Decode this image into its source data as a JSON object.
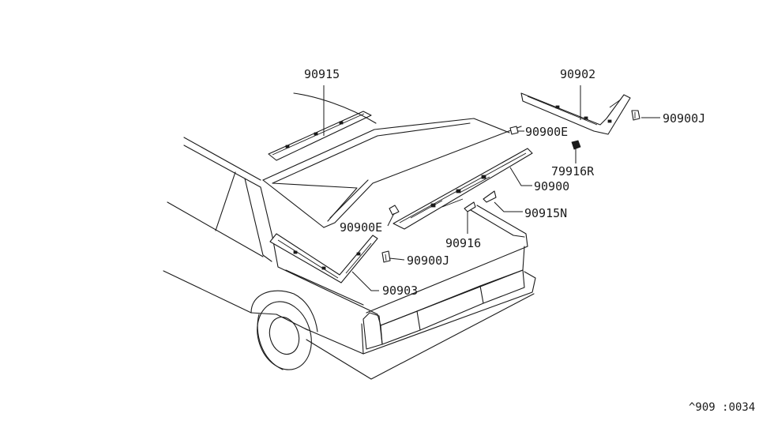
{
  "labels": {
    "p90915": "90915",
    "p90902": "90902",
    "p90900J_top": "90900J",
    "p90900E_top": "90900E",
    "p79916R": "79916R",
    "p90900": "90900",
    "p90915N": "90915N",
    "p90900E_left": "90900E",
    "p90916": "90916",
    "p90900J_mid": "90900J",
    "p90903": "90903"
  },
  "diagram_code": "^909 :0034"
}
